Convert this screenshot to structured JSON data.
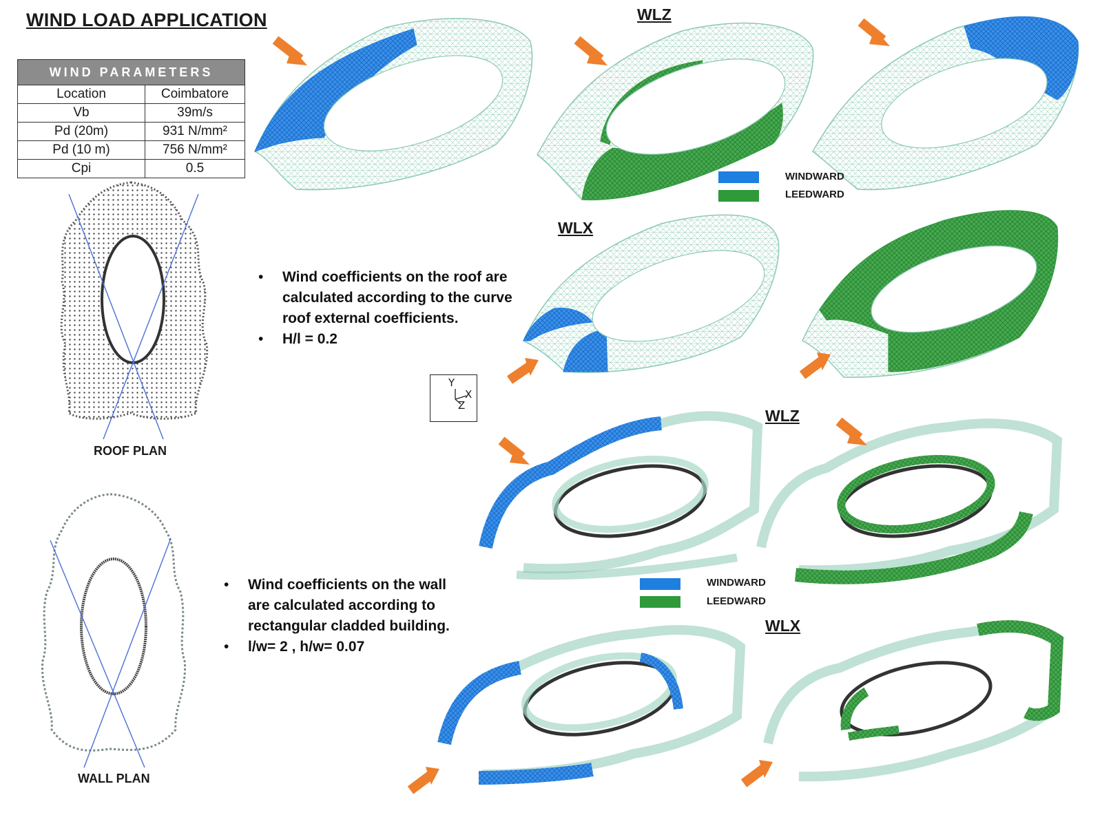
{
  "title": "WIND LOAD APPLICATION",
  "table": {
    "header": "WIND PARAMETERS",
    "rows": [
      {
        "param": "Location",
        "value": "Coimbatore"
      },
      {
        "param": "Vb",
        "value": "39m/s"
      },
      {
        "param": "Pd (20m)",
        "value": "931 N/mm²"
      },
      {
        "param": "Pd (10 m)",
        "value": "756 N/mm²"
      },
      {
        "param": "Cpi",
        "value": "0.5"
      }
    ]
  },
  "roof_plan_label": "ROOF PLAN",
  "wall_plan_label": "WALL PLAN",
  "roof_notes": [
    "Wind coefficients on the roof are calculated according to the curve roof external coefficients.",
    "H/l = 0.2"
  ],
  "wall_notes": [
    "Wind coefficients on the wall are calculated according to rectangular cladded building.",
    "l/w= 2 , h/w= 0.07"
  ],
  "sections": {
    "roof_wlz": "WLZ",
    "roof_wlx": "WLX",
    "wall_wlz": "WLZ",
    "wall_wlx": "WLX"
  },
  "legend": {
    "windward": "WINDWARD",
    "leedward": "LEEDWARD"
  },
  "axis": {
    "y": "Y",
    "x": "X",
    "z": "Z"
  },
  "colors": {
    "windward": "#1e7fe0",
    "leedward": "#2e9a3a",
    "mesh": "#bfe3d6",
    "arrow": "#ee7f2d"
  }
}
